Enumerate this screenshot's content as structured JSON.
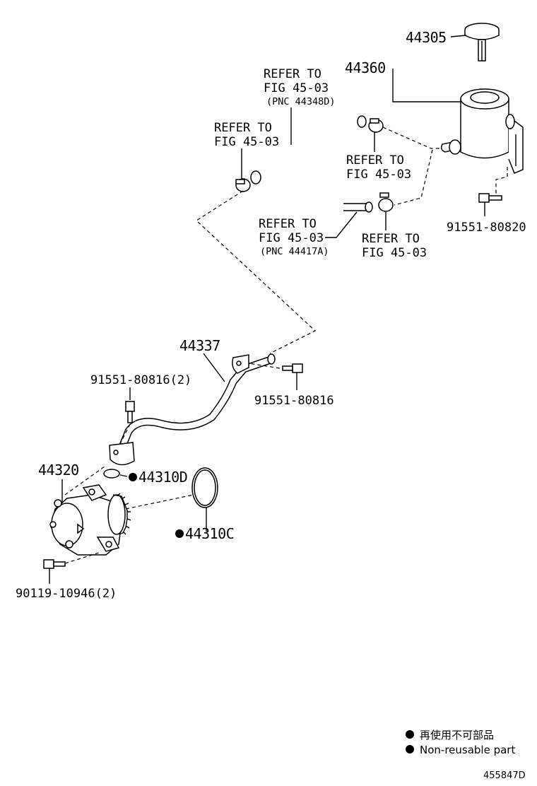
{
  "labels": {
    "cap": "44305",
    "reservoir": "44360",
    "hose_inlet": "44337",
    "pump": "44320",
    "oring_small": "44310D",
    "oring_large": "44310C",
    "bolt_reservoir": "91551-80820",
    "bolt_pipe": "91551-80816",
    "bolt_pipe_2": "91551-80816(2)",
    "bolt_pump": "90119-10946(2)"
  },
  "refer": {
    "line1": "REFER TO",
    "line2": "FIG 45-03",
    "pnc_a": "(PNC 44348D)",
    "pnc_b": "(PNC 44417A)"
  },
  "legend": {
    "jp": "再使用不可部品",
    "en": "Non-reusable part"
  },
  "figure_id": "455847D"
}
